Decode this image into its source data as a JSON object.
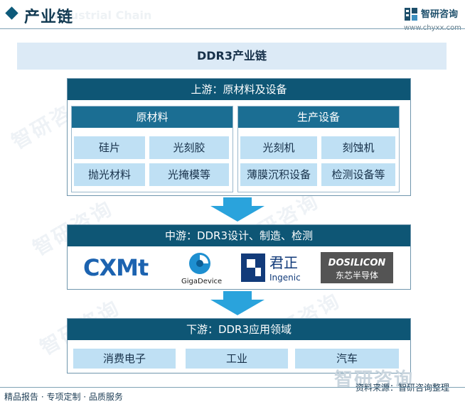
{
  "header": {
    "title": "产业链",
    "ghost_text": "Industrial Chain",
    "brand_name": "智研咨询",
    "brand_url": "www.chyxx.com"
  },
  "diagram_title": "DDR3产业链",
  "upstream": {
    "title": "上游：原材料及设备",
    "groups": [
      {
        "title": "原材料",
        "items": [
          "硅片",
          "光刻胶",
          "抛光材料",
          "光掩模等"
        ]
      },
      {
        "title": "生产设备",
        "items": [
          "光刻机",
          "刻蚀机",
          "薄膜沉积设备",
          "检测设备等"
        ]
      }
    ]
  },
  "midstream": {
    "title": "中游：DDR3设计、制造、检测",
    "logos": [
      {
        "name": "cxmt",
        "text": "CXMt"
      },
      {
        "name": "gigadevice",
        "text": "GigaDevice"
      },
      {
        "name": "ingenic",
        "text_cn": "君正",
        "text_en": "Ingenic"
      },
      {
        "name": "dosilicon",
        "text_en": "DOSILICON",
        "text_cn": "东芯半导体"
      }
    ]
  },
  "downstream": {
    "title": "下游：DDR3应用领域",
    "items": [
      "消费电子",
      "工业",
      "汽车"
    ]
  },
  "footer": {
    "left": "精品报告 · 专项定制 · 品质服务",
    "source": "资料来源：智研咨询整理",
    "watermark": "智研咨询"
  },
  "colors": {
    "stage_header": "#0e5675",
    "group_header": "#1b6e93",
    "cell_fill": "#bfe0f4",
    "arrow": "#2aa3dc"
  }
}
